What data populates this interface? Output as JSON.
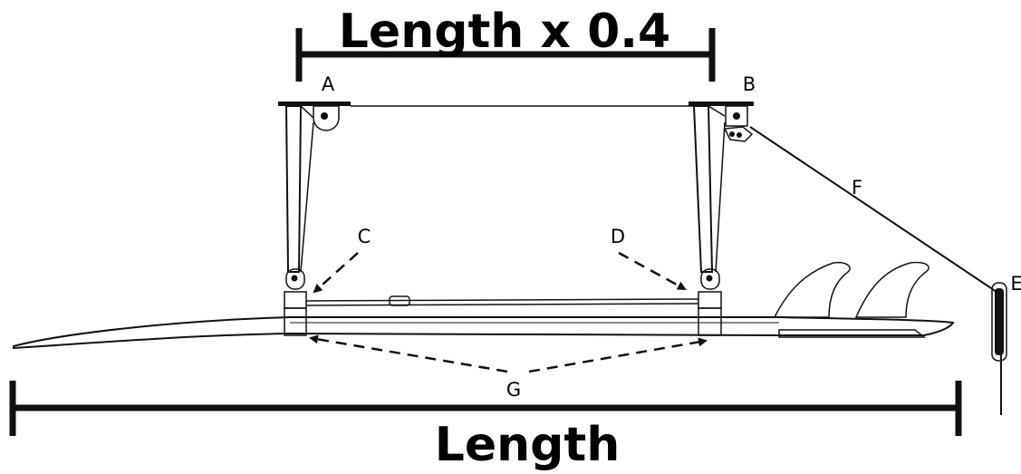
{
  "diagram": {
    "top_dimension_label": "Length x 0.4",
    "bottom_dimension_label": "Length",
    "callouts": {
      "a": "A",
      "b": "B",
      "c": "C",
      "d": "D",
      "e": "E",
      "f": "F",
      "g": "G"
    }
  }
}
